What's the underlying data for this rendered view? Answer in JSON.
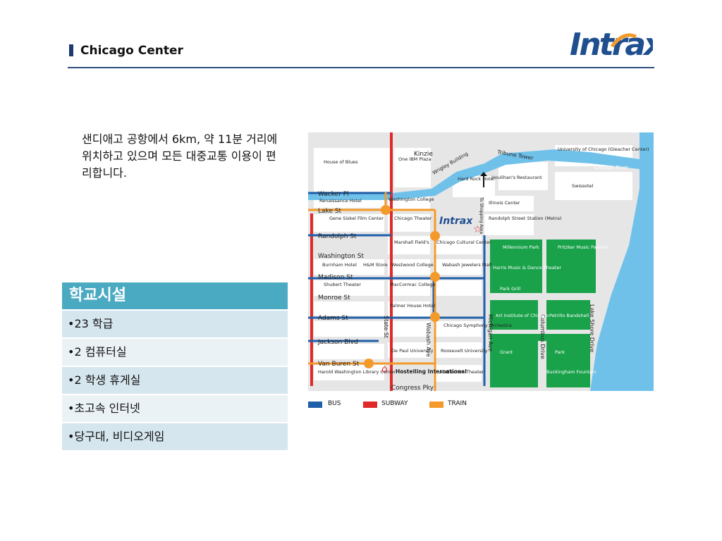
{
  "header": {
    "title": "Chicago Center",
    "logo_text": "Intrax"
  },
  "intro": {
    "text": "샌디애고 공항에서 6km, 약 11분 거리에 위치하고 있으며 모든 대중교통 이용이 편리합니다."
  },
  "facilities": {
    "heading": "학교시설",
    "items": [
      "•23 학급",
      "•2 컴퓨터실",
      "•2 학생 휴게실",
      "•초고속 인터넷",
      "•당구대, 비디오게임"
    ]
  },
  "map": {
    "streets": [
      "Kinzie",
      "Wrigley Building",
      "Tribune Tower",
      "Chicago River",
      "Wacker Pl",
      "Lake St",
      "Randolph St",
      "Washington St",
      "Madison St",
      "Monroe St",
      "Adams St",
      "Jackson Blvd",
      "Van Buren St",
      "Congress Pky",
      "State St",
      "Wabash Ave",
      "Michigan Ave",
      "Columbus Drive",
      "Lake Shore Drive",
      "To Shopping Area"
    ],
    "places": [
      "House of Blues",
      "One IBM Plaza",
      "Hard Rock Hotel",
      "Houlihan's Restaurant",
      "University of Chicago (Gleacher Center)",
      "Swissotel",
      "Renaissance Hotel",
      "Washington College",
      "Illinois Center",
      "Gene Siskel Film Center",
      "Chicago Theater",
      "Randolph Street Station (Metra)",
      "Marshall Field's",
      "Chicago Cultural Center",
      "Millennium Park",
      "Pritzker Music Pavilion",
      "Harris Music & Dance Theater",
      "Burnham Hotel",
      "H&M Store",
      "Westwood College",
      "Wabash Jewelers Mall",
      "Shubert Theater",
      "MacCormac College",
      "Park Grill",
      "Palmer House Hotel",
      "Art Institute of Chicago",
      "Petrillo Bandshell",
      "Chicago Symphony Orchestra",
      "De Paul University",
      "Roosevelt University",
      "Grant",
      "Park",
      "Harold Washington Library Center",
      "Hostelling International",
      "Auditorium Theater",
      "Buckingham Fountain"
    ],
    "center_label": "Intrax"
  },
  "legend": [
    {
      "label": "BUS",
      "color": "#1f5fa8"
    },
    {
      "label": "SUBWAY",
      "color": "#e02a2a"
    },
    {
      "label": "TRAIN",
      "color": "#f39a2a"
    }
  ],
  "colors": {
    "accent": "#4aaac2",
    "river": "#6fc1ea",
    "park": "#1aa24a",
    "rule": "#2d4f7c"
  }
}
